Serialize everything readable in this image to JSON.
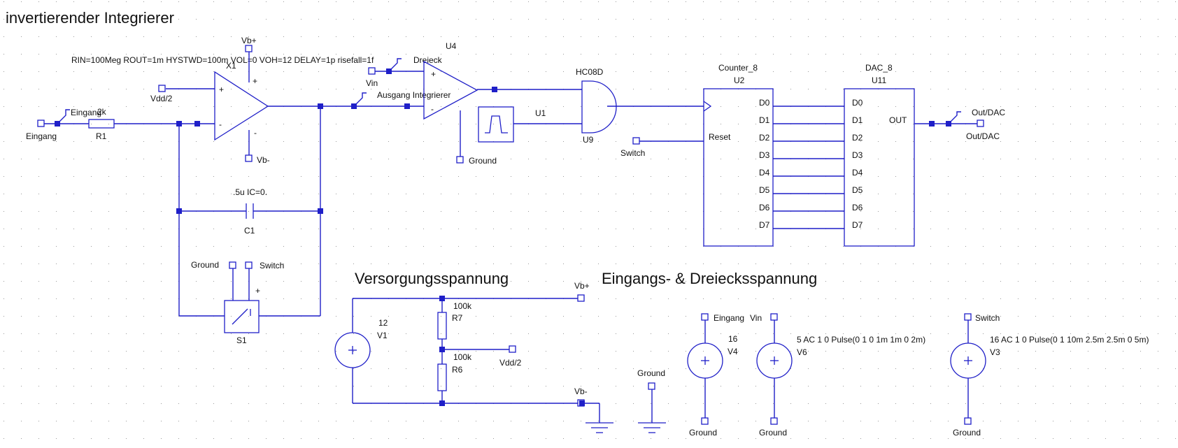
{
  "colors": {
    "wire": "#1f1fc8",
    "text": "#111111",
    "grid": "#9a9a9a",
    "background": "#ffffff"
  },
  "headings": {
    "main": "invertierender Integrierer",
    "supply": "Versorgungsspannung",
    "sources": "Eingangs- & Dreiecksspannung"
  },
  "comparator": {
    "params": "RIN=100Meg ROUT=1m HYSTWD=100m VOL=0 VOH=12 DELAY=1p risefall=1f",
    "ref": "X1",
    "vplus": "Vb+",
    "vminus": "Vb-",
    "vdd_half": "Vdd/2",
    "plus": "+",
    "minus": "-"
  },
  "input": {
    "port": "Eingang",
    "probe": "Eingang",
    "r1_value": "2k",
    "r1_ref": "R1"
  },
  "capacitor": {
    "value": ".5u IC=0.",
    "ref": "C1"
  },
  "switch_s1": {
    "ground": "Ground",
    "switch": "Switch",
    "plus": "+",
    "ref": "S1"
  },
  "integrator_net": {
    "probe": "Ausgang Integrierer",
    "vin": "Vin"
  },
  "u4": {
    "ref": "U4",
    "probe": "Dreieck",
    "ground": "Ground",
    "plus": "+",
    "minus": "-"
  },
  "u1": {
    "ref": "U1"
  },
  "gate": {
    "model": "HC08D",
    "ref": "U9"
  },
  "counter": {
    "model": "Counter_8",
    "ref": "U2",
    "reset": "Reset",
    "switch_port": "Switch",
    "pins": [
      "D0",
      "D1",
      "D2",
      "D3",
      "D4",
      "D5",
      "D6",
      "D7"
    ]
  },
  "dac": {
    "model": "DAC_8",
    "ref": "U11",
    "pins": [
      "D0",
      "D1",
      "D2",
      "D3",
      "D4",
      "D5",
      "D6",
      "D7"
    ],
    "out": "OUT",
    "probe": "Out/DAC",
    "port": "Out/DAC"
  },
  "supply": {
    "v1_value": "12",
    "v1_ref": "V1",
    "vplus": "Vb+",
    "vminus": "Vb-",
    "vdd_half": "Vdd/2",
    "r7_value": "100k",
    "r7_ref": "R7",
    "r6_value": "100k",
    "r6_ref": "R6",
    "ground": "Ground"
  },
  "sources": {
    "v4": {
      "port": "Eingang",
      "value": "16",
      "ref": "V4",
      "ground": "Ground"
    },
    "v6": {
      "port": "Vin",
      "value": "5 AC 1 0 Pulse(0 1 0 1m 1m 0 2m)",
      "ref": "V6",
      "ground": "Ground"
    },
    "v3": {
      "port": "Switch",
      "value": "16 AC 1 0 Pulse(0 1 10m 2.5m 2.5m 0 5m)",
      "ref": "V3",
      "ground": "Ground"
    }
  }
}
